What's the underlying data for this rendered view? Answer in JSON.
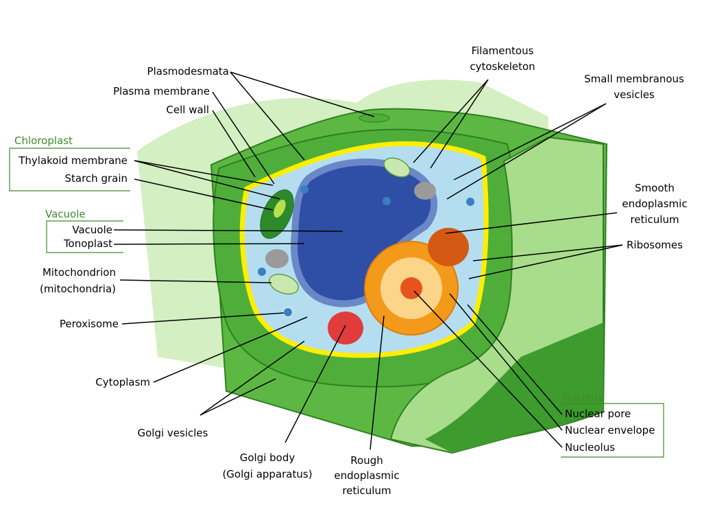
{
  "colors": {
    "group_title": "#3c8c28",
    "group_box": "#3c8c28",
    "leader_line": "#000000",
    "cell_wall_outer": "#5cb843",
    "cell_wall_dark": "#3e9b2d",
    "cell_wall_light": "#a8dd8c",
    "cell_shadow": "#d4efc2",
    "plasma_membrane": "#ffee00",
    "cytoplasm": "#b4def0",
    "vacuole": "#2f4fa7",
    "nucleus": "#f39a1a",
    "nucleolus": "#e8521c",
    "golgi": "#e03c3c"
  },
  "groups": {
    "chloroplast": {
      "title": "Chloroplast",
      "items": [
        "Thylakoid membrane",
        "Starch grain"
      ]
    },
    "vacuole": {
      "title": "Vacuole",
      "items": [
        "Vacuole",
        "Tonoplast"
      ]
    },
    "nucleus": {
      "title": "Nucleus",
      "items": [
        "Nuclear pore",
        "Nuclear envelope",
        "Nucleolus"
      ]
    }
  },
  "labels": {
    "plasmodesmata": "Plasmodesmata",
    "plasma_membrane": "Plasma membrane",
    "cell_wall": "Cell wall",
    "mitochondrion_1": "Mitochondrion",
    "mitochondrion_2": "(mitochondria)",
    "peroxisome": "Peroxisome",
    "cytoplasm": "Cytoplasm",
    "golgi_vesicles": "Golgi vesicles",
    "golgi_body_1": "Golgi body",
    "golgi_body_2": "(Golgi apparatus)",
    "rough_er_1": "Rough",
    "rough_er_2": "endoplasmic",
    "rough_er_3": "reticulum",
    "filamentous_1": "Filamentous",
    "filamentous_2": "cytoskeleton",
    "small_vesicles_1": "Small membranous",
    "small_vesicles_2": "vesicles",
    "smooth_er_1": "Smooth",
    "smooth_er_2": "endoplasmic",
    "smooth_er_3": "reticulum",
    "ribosomes": "Ribosomes"
  }
}
